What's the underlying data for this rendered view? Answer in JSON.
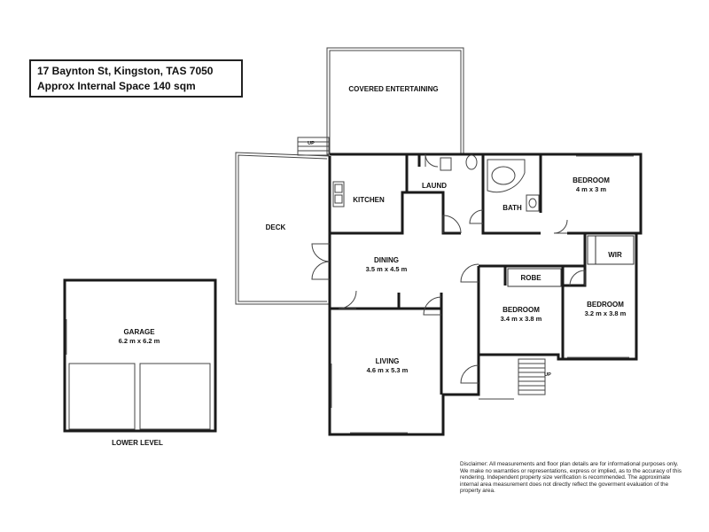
{
  "header": {
    "address": "17 Baynton St, Kingston, TAS 7050",
    "internal_space": "Approx Internal Space 140 sqm"
  },
  "rooms": {
    "covered_entertaining": "COVERED ENTERTAINING",
    "deck": "DECK",
    "kitchen": "KITCHEN",
    "laund": "LAUND",
    "bath": "BATH",
    "bedroom_1": {
      "name": "BEDROOM",
      "size": "4 m x 3 m"
    },
    "wir": "WIR",
    "dining": {
      "name": "DINING",
      "size": "3.5 m x 4.5 m"
    },
    "robe": "ROBE",
    "bedroom_2": {
      "name": "BEDROOM",
      "size": "3.4 m x 3.8 m"
    },
    "bedroom_3": {
      "name": "BEDROOM",
      "size": "3.2 m x 3.8 m"
    },
    "living": {
      "name": "LIVING",
      "size": "4.6 m x 5.3 m"
    },
    "garage": {
      "name": "GARAGE",
      "size": "6.2 m x 6.2 m"
    }
  },
  "stairs": {
    "up_top": "UP",
    "up_bottom": "UP"
  },
  "level_label": "LOWER LEVEL",
  "disclaimer": "Disclaimer: All measurements and floor plan details are for informational purposes only. We make no warranties or representations, express or implied, as to the accuracy of this rendering. Independent property size verification is recommended. The approximate internal area measurement does not directly reflect the goverment evaluation of the property area."
}
